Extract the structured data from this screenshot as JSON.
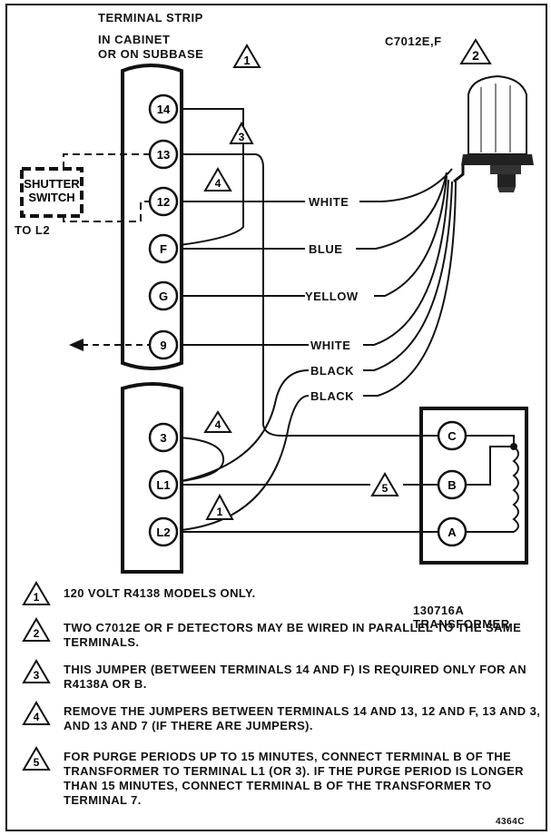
{
  "title": {
    "strip_line1": "TERMINAL STRIP",
    "strip_line2": "IN CABINET",
    "strip_line3": "OR ON SUBBASE",
    "strip_note": "1",
    "detector": "C7012E,F",
    "detector_note": "2"
  },
  "shutter_switch": {
    "line1": "SHUTTER",
    "line2": "SWITCH"
  },
  "terminals_upper": [
    "14",
    "13",
    "12",
    "F",
    "G",
    "9"
  ],
  "terminals_lower": [
    "3",
    "L1",
    "L2"
  ],
  "transformer_terminals": [
    "C",
    "B",
    "A"
  ],
  "wire_labels": {
    "w1": "WHITE",
    "w2": "BLUE",
    "w3": "YELLOW",
    "w4": "WHITE",
    "w5": "BLACK",
    "w6": "BLACK"
  },
  "to_l2": "TO L2",
  "callouts": {
    "c3": "3",
    "c4": "4",
    "c4b": "4",
    "c5": "5",
    "c1": "1"
  },
  "transformer": {
    "line1": "130716A",
    "line2": "TRANSFORMER"
  },
  "notes": [
    {
      "num": "1",
      "text": "120 VOLT R4138 MODELS ONLY."
    },
    {
      "num": "2",
      "text": "TWO C7012E OR F DETECTORS MAY BE WIRED IN PARALLEL TO THE SAME TERMINALS."
    },
    {
      "num": "3",
      "text": "THIS JUMPER (BETWEEN TERMINALS 14 AND F) IS REQUIRED ONLY FOR AN R4138A OR B."
    },
    {
      "num": "4",
      "text": "REMOVE THE JUMPERS BETWEEN TERMINALS 14 AND 13, 12 AND F, 13 AND 3, AND 13 AND 7 (IF THERE ARE JUMPERS)."
    },
    {
      "num": "5",
      "text": "FOR PURGE PERIODS UP TO 15 MINUTES, CONNECT TERMINAL B OF THE TRANSFORMER TO TERMINAL L1 (OR 3). IF THE PURGE PERIOD IS LONGER THAN 15 MINUTES, CONNECT TERMINAL B OF THE TRANSFORMER TO TERMINAL 7."
    }
  ],
  "drawing_number": "4364C"
}
